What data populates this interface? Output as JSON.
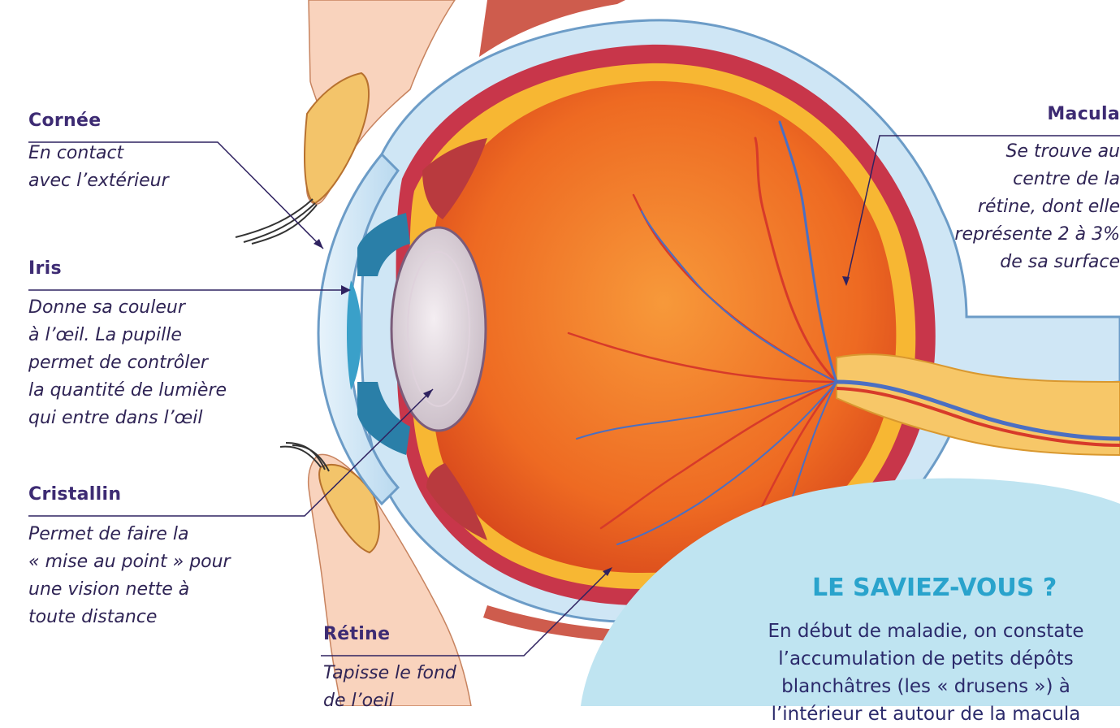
{
  "labels": {
    "cornee": {
      "title": "Cornée",
      "lines": [
        "En contact",
        "avec l’extérieur"
      ]
    },
    "iris": {
      "title": "Iris",
      "lines": [
        "Donne sa couleur",
        "à l’œil. La pupille",
        "permet de contrôler",
        "la quantité de lumière",
        "qui entre dans l’œil"
      ]
    },
    "cristallin": {
      "title": "Cristallin",
      "lines": [
        "Permet de faire la",
        "« mise au point » pour",
        "une vision nette à",
        "toute distance"
      ]
    },
    "retine": {
      "title": "Rétine",
      "lines": [
        "Tapisse le fond",
        "de l’oeil"
      ]
    },
    "macula": {
      "title": "Macula",
      "lines": [
        "Se trouve au",
        "centre de la",
        "rétine, dont elle",
        "représente 2 à 3%",
        "de sa surface"
      ]
    }
  },
  "info_box": {
    "title": "LE SAVIEZ-VOUS ?",
    "lines": [
      "En début de maladie, on constate",
      "l’accumulation de petits dépôts",
      "blanchâtres (les « drusens ») à",
      "l’intérieur et autour de la macula"
    ]
  },
  "colors": {
    "label_text": "#3d2b73",
    "leader_line": "#2f2260",
    "info_bg": "#bfe4f1",
    "info_title": "#29a3cc",
    "eye_orange": "#f07a2a",
    "sclera_blue": "#cfe6f5",
    "skin": "#f9d3bd"
  }
}
